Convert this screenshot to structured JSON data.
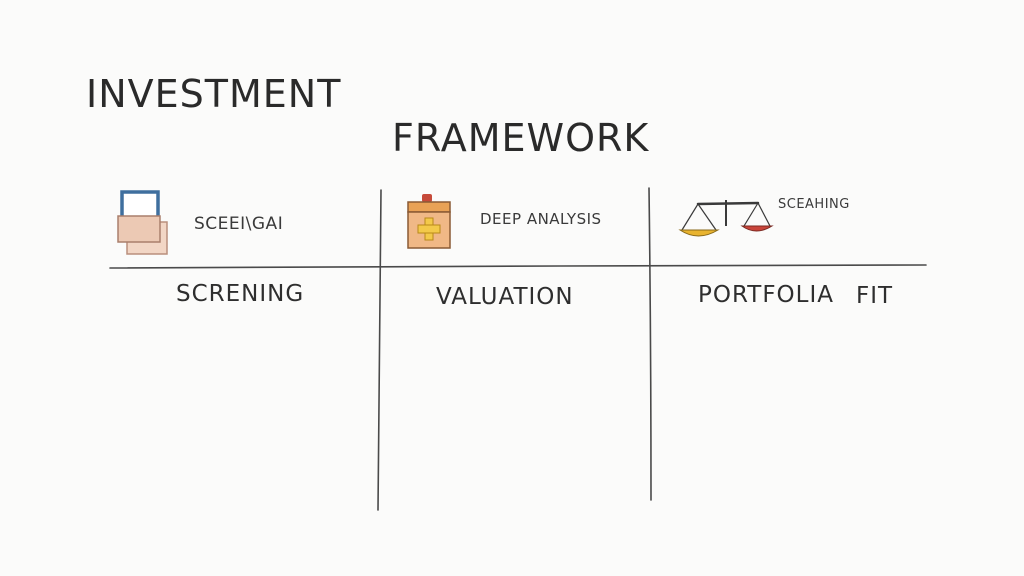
{
  "title": {
    "line1": "INVESTMENT",
    "line2": "FRAMEWORK"
  },
  "columns": [
    {
      "icon": "stacked-cards-icon",
      "small_label": "SCEEI\\GAI",
      "label": "SCRENING"
    },
    {
      "icon": "medical-box-icon",
      "small_label": "DEEP ANALYSIS",
      "label": "VALUATION"
    },
    {
      "icon": "balance-scale-icon",
      "small_label": "SCEAHING",
      "label": "PORTFOLIA",
      "label_extra": "FIT"
    }
  ],
  "colors": {
    "ink": "#2b2b2b",
    "card_blue": "#3f6f9e",
    "card_peach": "#ecc9b4",
    "box_orange": "#e08a4a",
    "box_yellow": "#f3c94a",
    "box_red": "#c64a3a",
    "scale_gold": "#e8b32f",
    "scale_red": "#c9443a"
  }
}
